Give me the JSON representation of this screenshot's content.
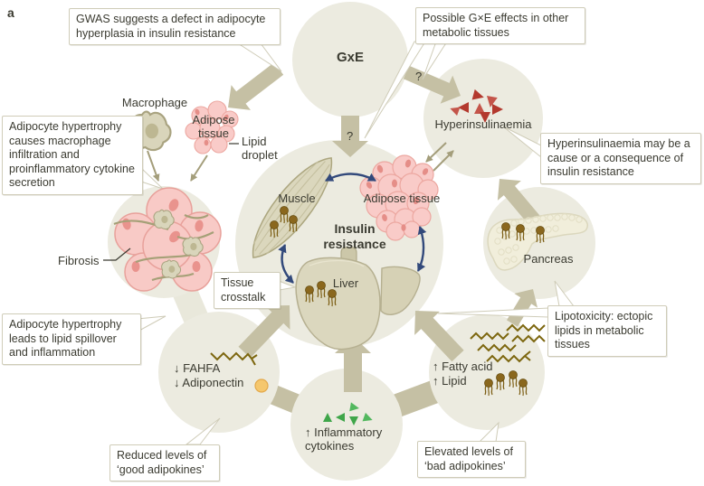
{
  "panel_label": "a",
  "colors": {
    "background": "#FFFFFF",
    "circle_fill": "#ECEBE0",
    "arrow_tan": "#C5C0A4",
    "thin_arrow_olive": "#A49E7B",
    "callout_border": "#CFCCB8",
    "text": "#3B3B31",
    "insulin_red": "#B3392E",
    "cytokine_green": "#3FA64A",
    "crosstalk_blue": "#32497B",
    "adipose_pink": "#F9CBC8",
    "adipose_pink_stroke": "#ECA7A0",
    "organ_olive": "#DBD7BD",
    "lipid_brown": "#8A671D",
    "adiponectin_gold": "#F5C76D"
  },
  "callouts": {
    "gwas": "GWAS suggests a defect in adipocyte hyperplasia in insulin resistance",
    "possible_gxe": "Possible G×E effects in other metabolic tissues",
    "hypertrophy_macrophage": "Adipocyte hypertrophy causes macrophage infiltration and proinflammatory cytokine secretion",
    "hyperinsulinaemia_cause": "Hyperinsulinaemia may be a cause or a consequence of insulin resistance",
    "hypertrophy_spillover": "Adipocyte hypertrophy leads to lipid spillover and inflammation",
    "tissue_crosstalk": "Tissue crosstalk",
    "lipotoxicity": "Lipotoxicity: ectopic lipids in metabolic tissues",
    "reduced_adipokines": "Reduced levels of ‘good adipokines’",
    "elevated_adipokines": "Elevated levels of ‘bad adipokines’"
  },
  "nodes": {
    "gxe": "GxE",
    "hyperinsulinaemia": "Hyperinsulinaemia",
    "insulin_resistance": "Insulin resistance",
    "muscle": "Muscle",
    "adipose_tissue": "Adipose tissue",
    "liver": "Liver",
    "pancreas": "Pancreas",
    "fibrosis": "Fibrosis",
    "macrophage": "Macrophage",
    "adipose_tissue_small": "Adipose tissue",
    "lipid_droplet": "Lipid droplet",
    "question_mark": "?",
    "fahfa": "↓ FAHFA",
    "adiponectin": "↓ Adiponectin",
    "inflammatory_cytokines": "↑ Inflammatory cytokines",
    "fatty_acid": "↑ Fatty acid",
    "lipid": "↑ Lipid"
  }
}
